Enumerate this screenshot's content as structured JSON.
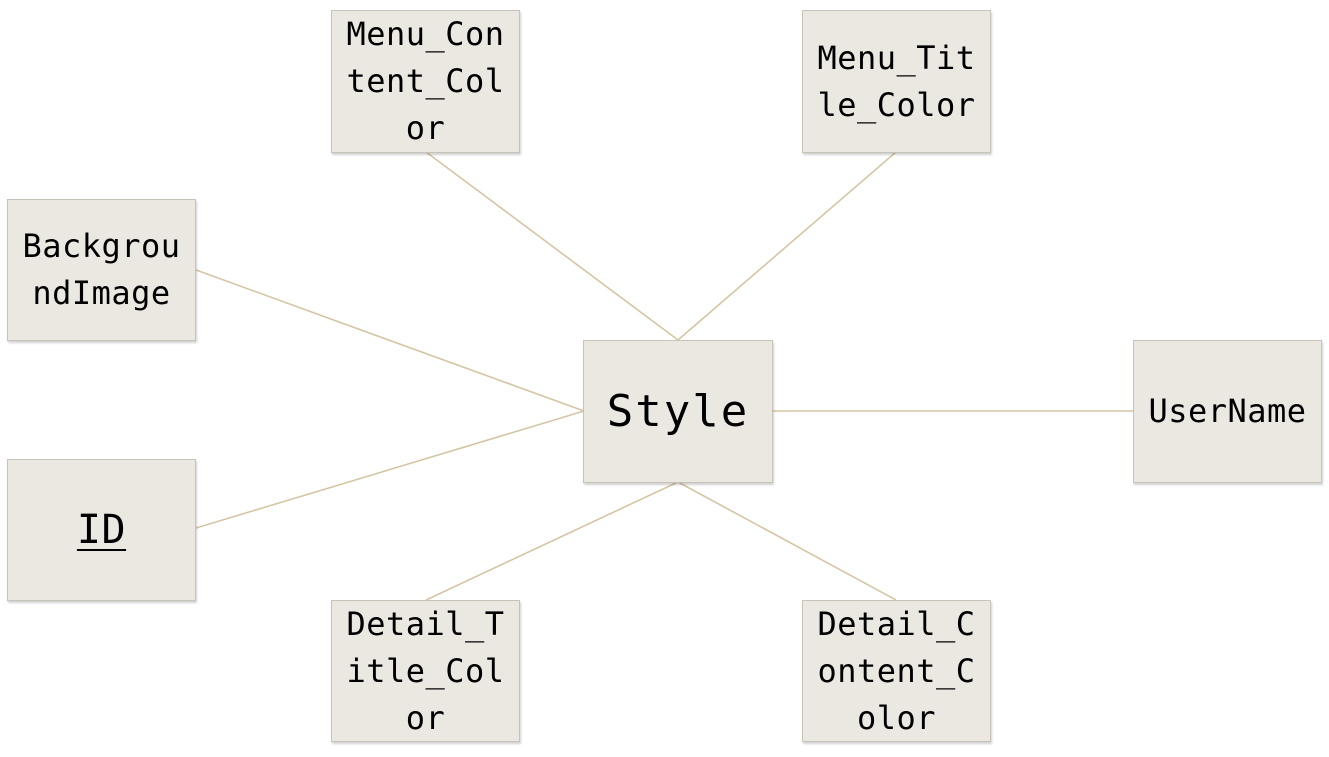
{
  "diagram": {
    "entity": {
      "label": "Style"
    },
    "attributes": [
      {
        "id": "menu-content-color",
        "label": "Menu_Con\ntent_Col\nor"
      },
      {
        "id": "menu-title-color",
        "label": "Menu_Tit\nle_Color"
      },
      {
        "id": "background-image",
        "label": "Backgrou\nndImage"
      },
      {
        "id": "id",
        "label": "ID",
        "primary_key": true
      },
      {
        "id": "user-name",
        "label": "UserName"
      },
      {
        "id": "detail-title-color",
        "label": "Detail_T\nitle_Col\nor"
      },
      {
        "id": "detail-content-color",
        "label": "Detail_C\nontent_C\nolor"
      }
    ]
  },
  "colors": {
    "node_fill": "#ebe8e2",
    "node_border": "#c8c3b8",
    "edge": "#d4c6a4"
  }
}
